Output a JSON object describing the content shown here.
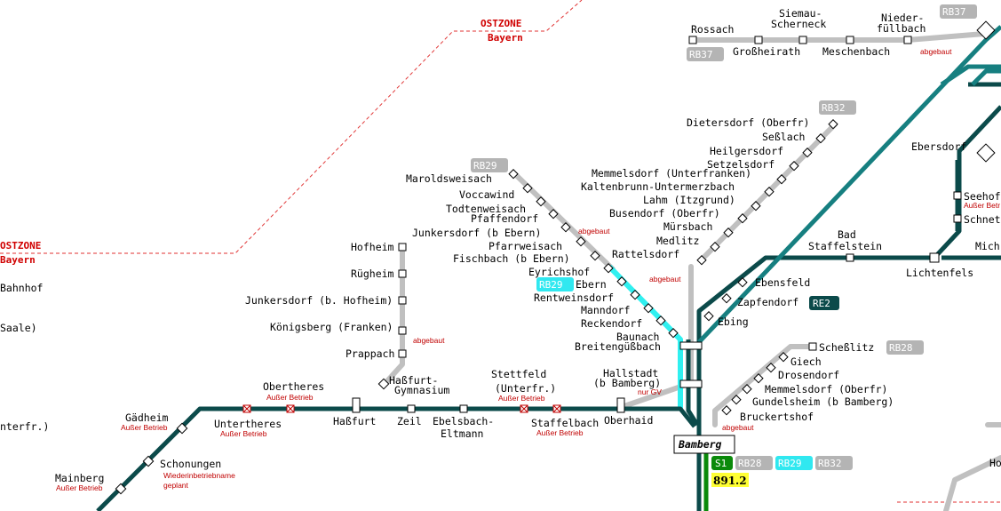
{
  "colors": {
    "main_line": "#0b4a4a",
    "teal_line": "#167f80",
    "closed_line": "#c0c0c0",
    "highlight_line": "#30f0f0",
    "s1_line": "#0a8a0a",
    "zone_text": "#d00000",
    "note_text": "#c00000",
    "badge_grey": "#b4b4b4",
    "badge_dark": "#0b4a4a",
    "badge_cyan": "#30e8f0",
    "badge_green": "#0a8a0a",
    "badge_yellow": "#ffff33"
  },
  "zones": {
    "top_line1": "OSTZONE",
    "top_line2": "Bayern",
    "left_line1": "OSTZONE",
    "left_line2": "Bayern"
  },
  "badges": {
    "rb37_top": "RB37",
    "rb37_left": "RB37",
    "rb32_top": "RB32",
    "rb29_top": "RB29",
    "rb29_mid": "RB29",
    "re2": "RE2",
    "rb28_top": "RB28",
    "s1": "S1",
    "rb28_bottom": "RB28",
    "rb29_bottom": "RB29",
    "rb32_bottom": "RB32",
    "km": "891.2"
  },
  "stations": {
    "rossach": "Rossach",
    "siemau_1": "Siemau-",
    "siemau_2": "Scherneck",
    "grossheirath": "Großheirath",
    "meschenbach": "Meschenbach",
    "niederfuellbach_1": "Nieder-",
    "niederfuellbach_2": "füllbach",
    "dietersdorf": "Dietersdorf (Oberfr)",
    "sesslach": "Seßlach",
    "heilgersdorf": "Heilgersdorf",
    "setzelsdorf": "Setzelsdorf",
    "memmelsdorf_ufr": "Memmelsdorf (Unterfranken)",
    "kaltenbrunn": "Kaltenbrunn-Untermerzbach",
    "lahm": "Lahm (Itzgrund)",
    "busendorf": "Busendorf (Oberfr)",
    "muersbach": "Mürsbach",
    "medlitz": "Medlitz",
    "rattelsdorf": "Rattelsdorf",
    "ebersdorf": "Ebersdorf",
    "seehof": "Seehof",
    "schnet": "Schnet",
    "mich": "Mich",
    "bad_staffelstein_1": "Bad",
    "bad_staffelstein_2": "Staffelstein",
    "lichtenfels": "Lichtenfels",
    "ebensfeld": "Ebensfeld",
    "zapfendorf": "Zapfendorf",
    "ebing": "Ebing",
    "maroldsweisach": "Maroldsweisach",
    "voccawind": "Voccawind",
    "todtenweisach": "Todtenweisach",
    "pfaffendorf": "Pfaffendorf",
    "junkersdorf_ebern": "Junkersdorf (b Ebern)",
    "pfarrweisach": "Pfarrweisach",
    "fischbach": "Fischbach (b Ebern)",
    "eyrichshof": "Eyrichshof",
    "ebern": "Ebern",
    "rentweinsdorf": "Rentweinsdorf",
    "manndorf": "Manndorf",
    "reckendorf": "Reckendorf",
    "baunach": "Baunach",
    "breitenguessbach": "Breitengüßbach",
    "hallstadt_1": "Hallstadt",
    "hallstadt_2": "(b Bamberg)",
    "bamberg": "Bamberg",
    "schesslitz": "Scheßlitz",
    "giech": "Giech",
    "drosendorf": "Drosendorf",
    "memmelsdorf_ofr": "Memmelsdorf (Oberfr)",
    "gundelsheim": "Gundelsheim (b Bamberg)",
    "bruckertshof": "Bruckertshof",
    "hofheim": "Hofheim",
    "ruegheim": "Rügheim",
    "junkersdorf_hofheim": "Junkersdorf (b. Hofheim)",
    "koenigsberg": "Königsberg (Franken)",
    "prappach": "Prappach",
    "hassfurt_gym_1": "Haßfurt-",
    "hassfurt_gym_2": "Gymnasium",
    "obertheres": "Obertheres",
    "untertheres": "Untertheres",
    "hassfurt": "Haßfurt",
    "zeil": "Zeil",
    "ebelsbach_1": "Ebelsbach-",
    "ebelsbach_2": "Eltmann",
    "stettfeld_1": "Stettfeld",
    "stettfeld_2": "(Unterfr.)",
    "staffelbach": "Staffelbach",
    "oberhaid": "Oberhaid",
    "gaedheim": "Gädheim",
    "schonungen": "Schonungen",
    "mainberg": "Mainberg",
    "bahnhof": "Bahnhof",
    "saale": "Saale)",
    "nterfr": "nterfr.)",
    "ho": "Ho"
  },
  "notes": {
    "abgebaut_rb37": "abgebaut",
    "abgebaut_rb29": "abgebaut",
    "abgebaut_rattelsdorf": "abgebaut",
    "abgebaut_hofheim": "abgebaut",
    "abgebaut_schesslitz": "abgebaut",
    "ausser_betrieb_seehof": "Außer Betr",
    "ausser_betrieb_obertheres": "Außer Betrieb",
    "ausser_betrieb_untertheres": "Außer Betrieb",
    "ausser_betrieb_stettfeld": "Außer Betrieb",
    "ausser_betrieb_staffelbach": "Außer Betrieb",
    "ausser_betrieb_gaedheim": "Außer Betrieb",
    "ausser_betrieb_mainberg": "Außer Betrieb",
    "nur_gv": "nur GV",
    "wiederinbetrieb_1": "Wiederinbetriebname",
    "wiederinbetrieb_2": "geplant"
  }
}
